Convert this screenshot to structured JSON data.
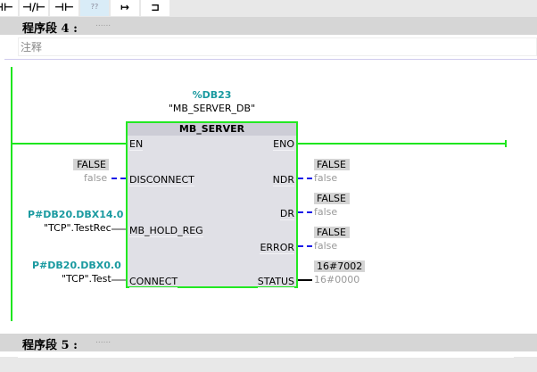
{
  "toolbar": {
    "buttons": [
      {
        "icon": "contact-no-icon",
        "glyph": "⊣⊢"
      },
      {
        "icon": "contact-nc-icon",
        "glyph": "⊣/⊢"
      },
      {
        "icon": "coil-icon",
        "glyph": "⊣⊢"
      },
      {
        "icon": "empty-box-icon",
        "glyph": "??"
      },
      {
        "icon": "open-branch-icon",
        "glyph": "↦"
      },
      {
        "icon": "close-branch-icon",
        "glyph": "⊐"
      }
    ]
  },
  "network4": {
    "title": "程序段 4 :",
    "dots": "......",
    "comment": "注释"
  },
  "block": {
    "db_address": "%DB23",
    "db_name": "\"MB_SERVER_DB\"",
    "name": "MB_SERVER",
    "inputs": {
      "en": "EN",
      "disconnect": "DISCONNECT",
      "mb_hold_reg": "MB_HOLD_REG",
      "connect": "CONNECT"
    },
    "outputs": {
      "eno": "ENO",
      "ndr": "NDR",
      "dr": "DR",
      "error": "ERROR",
      "status": "STATUS"
    }
  },
  "operands": {
    "disconnect": {
      "monitor": "FALSE",
      "value": "false"
    },
    "mb_hold_reg": {
      "address": "P#DB20.DBX14.0",
      "tag": "\"TCP\".TestRec"
    },
    "connect": {
      "address": "P#DB20.DBX0.0",
      "tag": "\"TCP\".Test"
    },
    "ndr": {
      "monitor": "FALSE",
      "value": "false"
    },
    "dr": {
      "monitor": "FALSE",
      "value": "false"
    },
    "error": {
      "monitor": "FALSE",
      "value": "false"
    },
    "status": {
      "monitor": "16#7002",
      "value": "16#0000"
    }
  },
  "network5": {
    "title": "程序段 5 :",
    "dots": "......"
  }
}
